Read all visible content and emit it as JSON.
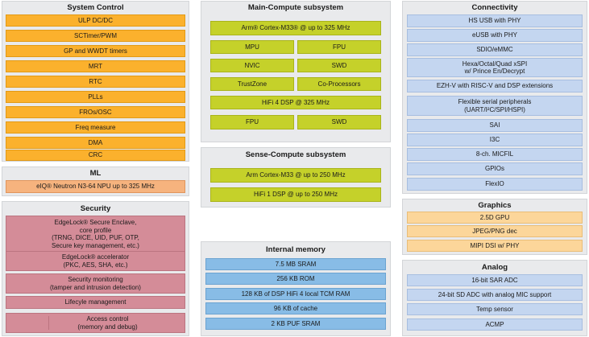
{
  "system_control": {
    "title": "System Control",
    "items": [
      "ULP DC/DC",
      "SCTimer/PWM",
      "GP and WWDT timers",
      "MRT",
      "RTC",
      "PLLs",
      "FROs/OSC",
      "Freq measure",
      "DMA",
      "CRC"
    ]
  },
  "ml": {
    "title": "ML",
    "item": "eIQ® Neutron N3-64 NPU up to 325 MHz"
  },
  "security": {
    "title": "Security",
    "items": [
      "EdgeLock® Secure Enclave,\ncore profile\n(TRNG, DICE, UID, PUF, OTP,\nSecure key management, etc.)",
      "EdgeLock® accelerator\n(PKC, AES, SHA, etc.)",
      "Security monitoring\n(tamper and intrusion detection)",
      "Lifecyle management",
      "Access control\n(memory and debug)"
    ]
  },
  "main_compute": {
    "title": "Main-Compute subsystem",
    "core": "Arm® Cortex-M33® @ up to 325 MHz",
    "grid1": [
      "MPU",
      "FPU",
      "NVIC",
      "SWD",
      "TrustZone",
      "Co-Processors"
    ],
    "dsp": "HiFi 4 DSP @ 325 MHz",
    "grid2": [
      "FPU",
      "SWD"
    ]
  },
  "sense_compute": {
    "title": "Sense-Compute subsystem",
    "items": [
      "Arm Cortex-M33 @ up to 250 MHz",
      "HiFi 1 DSP @ up to 250 MHz"
    ]
  },
  "internal_memory": {
    "title": "Internal memory",
    "items": [
      "7.5 MB SRAM",
      "256 KB ROM",
      "128 KB of DSP HiFi 4 local TCM RAM",
      "96 KB of cache",
      "2 KB PUF SRAM"
    ]
  },
  "connectivity": {
    "title": "Connectivity",
    "items": [
      "HS USB with PHY",
      "eUSB with PHY",
      "SDIO/eMMC",
      "Hexa/Octal/Quad xSPI\nw/ Prince En/Decrypt",
      "EZH-V with RISC-V and DSP extensions",
      "Flexible serial peripherals\n(UART/I²C/SPI/HSPI)",
      "SAI",
      "I3C",
      "8-ch. MICFIL",
      "GPIOs",
      "FlexIO"
    ]
  },
  "graphics": {
    "title": "Graphics",
    "items": [
      "2.5D GPU",
      "JPEG/PNG dec",
      "MIPI DSI w/ PHY"
    ]
  },
  "analog": {
    "title": "Analog",
    "items": [
      "16-bit SAR ADC",
      "24-bit SD ADC with analog MIC support",
      "Temp sensor",
      "ACMP"
    ]
  }
}
